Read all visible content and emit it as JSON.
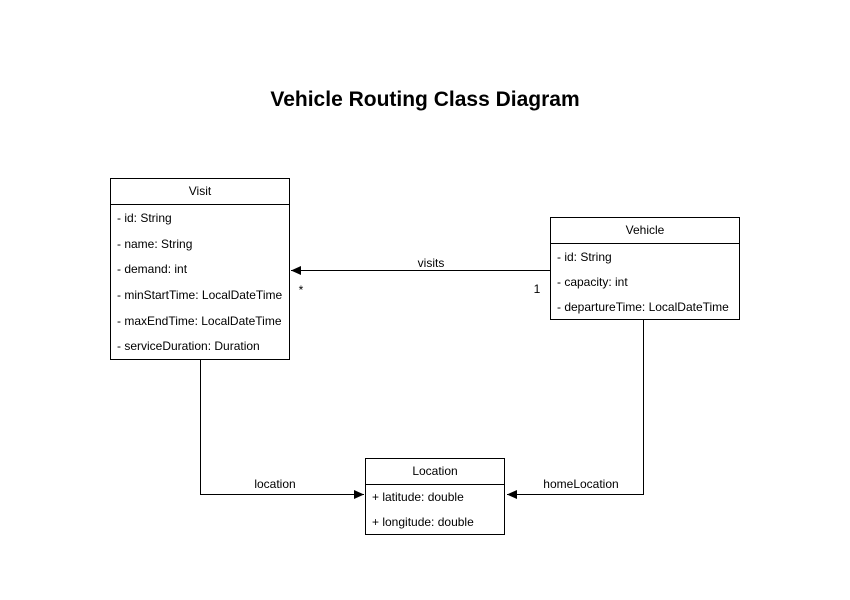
{
  "title": "Vehicle Routing Class Diagram",
  "colors": {
    "background": "#ffffff",
    "line": "#000000",
    "text": "#000000"
  },
  "classes": [
    {
      "name": "Visit",
      "attributes": [
        "- id: String",
        "- name: String",
        "- demand: int",
        "- minStartTime: LocalDateTime",
        "- maxEndTime: LocalDateTime",
        "- serviceDuration: Duration"
      ]
    },
    {
      "name": "Vehicle",
      "attributes": [
        "- id: String",
        "- capacity: int",
        "- departureTime: LocalDateTime"
      ]
    },
    {
      "name": "Location",
      "attributes": [
        "+ latitude: double",
        "+ longitude: double"
      ]
    }
  ],
  "edges": [
    {
      "label": "visits",
      "from": "Vehicle",
      "to": "Visit",
      "source_multiplicity": "1",
      "target_multiplicity": "*"
    },
    {
      "label": "location",
      "from": "Visit",
      "to": "Location"
    },
    {
      "label": "homeLocation",
      "from": "Vehicle",
      "to": "Location"
    }
  ]
}
